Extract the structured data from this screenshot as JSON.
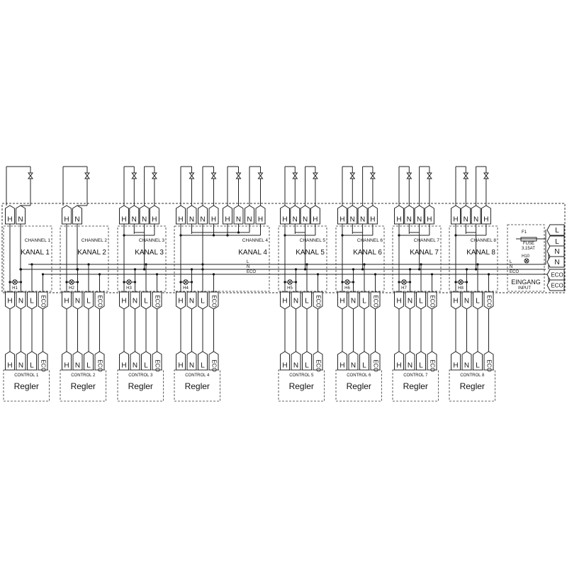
{
  "channels": [
    {
      "channel": "CHANNEL 1",
      "kanal": "KANAL 1",
      "lamp": "H1",
      "control": "CONTROL 1",
      "regler": "Regler",
      "top_terminals": [
        "H",
        "N"
      ]
    },
    {
      "channel": "CHANNEL 2",
      "kanal": "KANAL 2",
      "lamp": "H2",
      "control": "CONTROL 2",
      "regler": "Regler",
      "top_terminals": [
        "H",
        "N"
      ]
    },
    {
      "channel": "CHANNEL 3",
      "kanal": "KANAL 3",
      "lamp": "H3",
      "control": "CONTROL 3",
      "regler": "Regler",
      "top_terminals": [
        "H",
        "N",
        "N",
        "H"
      ]
    },
    {
      "channel": "CHANNEL 4",
      "kanal": "KANAL 4",
      "lamp": "H4",
      "control": "CONTROL 4",
      "regler": "Regler",
      "top_terminals": [
        "H",
        "N",
        "N",
        "H",
        "H",
        "N",
        "N",
        "H"
      ]
    },
    {
      "channel": "CHANNEL 5",
      "kanal": "KANAL 5",
      "lamp": "H5",
      "control": "CONTROL 5",
      "regler": "Regler",
      "top_terminals": [
        "H",
        "N",
        "N",
        "H"
      ]
    },
    {
      "channel": "CHANNEL 6",
      "kanal": "KANAL 6",
      "lamp": "H6",
      "control": "CONTROL 6",
      "regler": "Regler",
      "top_terminals": [
        "H",
        "N",
        "N",
        "H"
      ]
    },
    {
      "channel": "CHANNEL 7",
      "kanal": "KANAL 7",
      "lamp": "H7",
      "control": "CONTROL 7",
      "regler": "Regler",
      "top_terminals": [
        "H",
        "N",
        "N",
        "H"
      ]
    },
    {
      "channel": "CHANNEL 8",
      "kanal": "KANAL 8",
      "lamp": "H8",
      "control": "CONTROL 8",
      "regler": "Regler",
      "top_terminals": [
        "H",
        "N",
        "N",
        "H"
      ]
    }
  ],
  "bottom_terminals": [
    "H",
    "N",
    "L",
    "ECO"
  ],
  "bus_labels": {
    "l": "L",
    "n": "N",
    "eco": "ECO"
  },
  "input": {
    "fuse_ref": "F1",
    "fuse_label": "FUSE",
    "fuse_rating": "3,15AT",
    "lamp": "H10",
    "title": "EINGANG",
    "subtitle": "INPUT",
    "bus_l": "L",
    "bus_n": "N",
    "bus_eco": "ECO",
    "terminals": [
      "L",
      "L",
      "N",
      "N",
      "ECO",
      "ECO"
    ]
  }
}
